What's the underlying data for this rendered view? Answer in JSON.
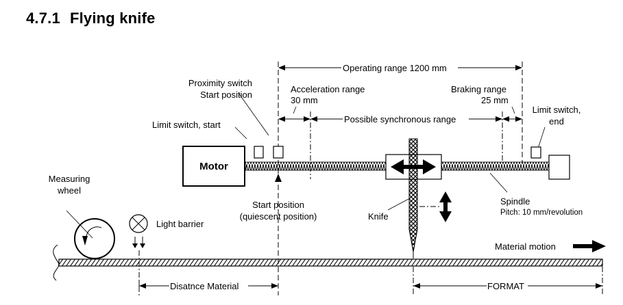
{
  "heading": {
    "number": "4.7.1",
    "title": "Flying knife"
  },
  "labels": {
    "operating_range": "Operating range 1200 mm",
    "acceleration_range_1": "Acceleration range",
    "acceleration_range_2": "30 mm",
    "braking_range_1": "Braking range",
    "braking_range_2": "25 mm",
    "synchronous_range": "Possible synchronous range",
    "proximity_switch_1": "Proximity switch",
    "proximity_switch_2": "Start position",
    "limit_switch_start": "Limit switch, start",
    "limit_switch_end_1": "Limit switch,",
    "limit_switch_end_2": "end",
    "motor": "Motor",
    "measuring_wheel_1": "Measuring",
    "measuring_wheel_2": "wheel",
    "light_barrier": "Light barrier",
    "start_position_1": "Start position",
    "start_position_2": "(quiescent position)",
    "knife": "Knife",
    "spindle": "Spindle",
    "spindle_pitch": "Pitch: 10 mm/revolution",
    "material_motion": "Material motion",
    "distance_material": "Disatnce Material",
    "format": "FORMAT"
  }
}
